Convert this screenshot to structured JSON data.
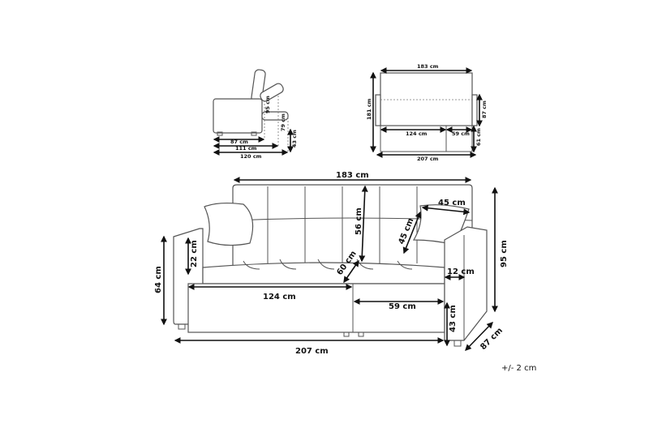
{
  "side_view": {
    "labels": {
      "back_recline": "95 cm",
      "seat_extended": "79 cm",
      "seat_height": "43 cm",
      "depth": "87 cm",
      "depth_reclined": "111 cm",
      "depth_bed": "120 cm"
    }
  },
  "top_view": {
    "labels": {
      "width": "183 cm",
      "bed_length": "181 cm",
      "depth": "87 cm",
      "extension": "61 cm",
      "left_section": "124 cm",
      "right_section": "59 cm",
      "total_width": "207 cm"
    }
  },
  "front_view": {
    "labels": {
      "back_width": "183 cm",
      "cushion_width": "45 cm",
      "back_height": "56 cm",
      "cushion_height": "45 cm",
      "total_height": "95 cm",
      "arm_above_seat": "22 cm",
      "arm_height": "64 cm",
      "seat_depth": "60 cm",
      "arm_width": "12 cm",
      "left_seat": "124 cm",
      "right_seat": "59 cm",
      "seat_height": "43 cm",
      "total_width": "207 cm",
      "total_depth": "87 cm"
    }
  },
  "tolerance": "+/- 2 cm"
}
